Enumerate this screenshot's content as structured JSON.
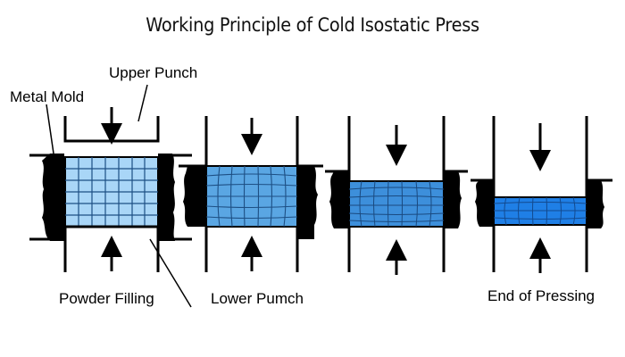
{
  "title": "Working Principle of Cold Isostatic Press",
  "labels": {
    "upper_punch": "Upper Punch",
    "metal_mold": "Metal Mold",
    "powder_filling": "Powder Filling",
    "lower_punch": "Lower Pumch",
    "end_of_pressing": "End of Pressing"
  },
  "colors": {
    "powder_stage1": "#a9d6f7",
    "powder_stage2": "#5aa6e3",
    "powder_stage3": "#3d8fdb",
    "powder_stage4": "#1f7fe6",
    "outline": "#000000"
  },
  "stages": [
    {
      "id": "stage-1",
      "description": "powder-filling"
    },
    {
      "id": "stage-2",
      "description": "pressing-start"
    },
    {
      "id": "stage-3",
      "description": "pressing-mid"
    },
    {
      "id": "stage-4",
      "description": "end-of-pressing"
    }
  ]
}
